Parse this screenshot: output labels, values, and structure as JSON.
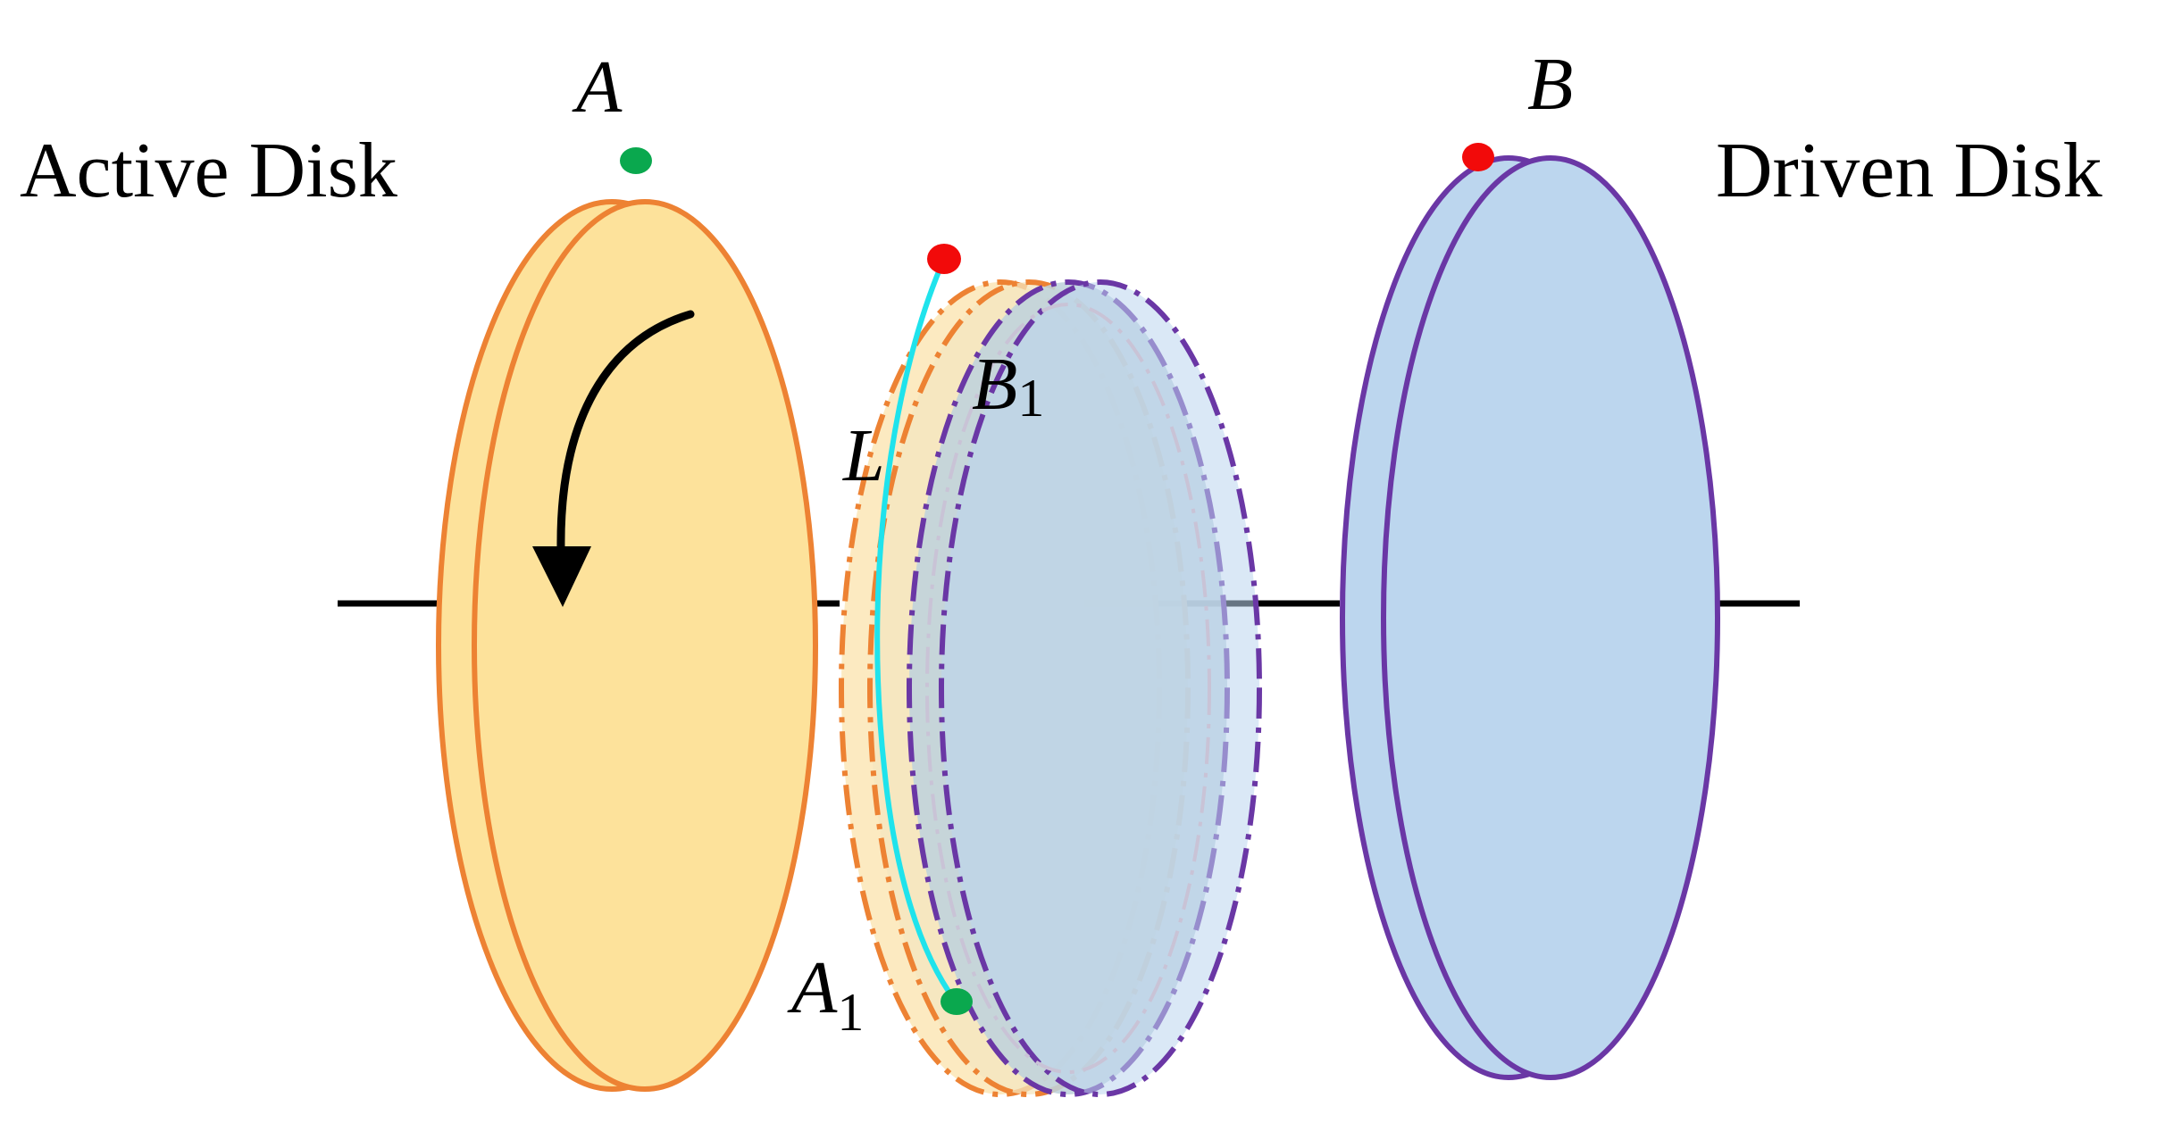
{
  "labels": {
    "active_disk": "Active Disk",
    "driven_disk": "Driven Disk",
    "point_a": "A",
    "point_b": "B",
    "point_a1": "A",
    "point_a1_sub": "1",
    "point_b1": "B",
    "point_b1_sub": "1",
    "arc_l": "L"
  },
  "colors": {
    "active_fill": "#fde29b",
    "active_stroke": "#ed8233",
    "driven_fill": "#bcd6ee",
    "driven_stroke": "#6a37a5",
    "overlap_fill": "#bfd3dc",
    "arc_cyan": "#1fe3ec",
    "point_green": "#0aa84e",
    "point_red": "#f20a0a",
    "axis": "#000000"
  }
}
